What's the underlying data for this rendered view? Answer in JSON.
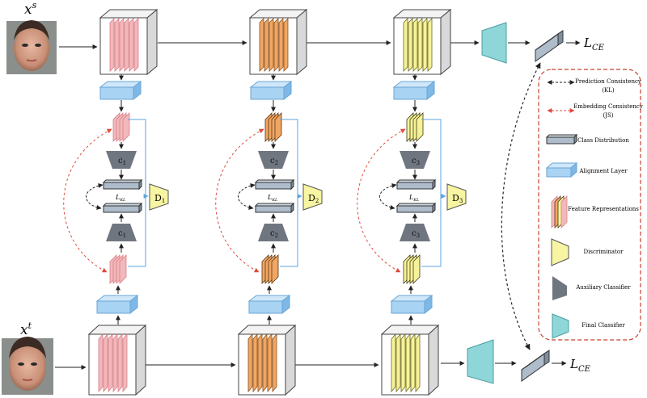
{
  "labels": {
    "xs_base": "x",
    "xs_sup": "s",
    "xt_base": "x",
    "xt_sup": "t",
    "loss_top": "L",
    "loss_top_sub": "CE",
    "loss_bottom": "L",
    "loss_bottom_sub": "CE",
    "branches": [
      {
        "classifier_base": "c",
        "classifier_sub": "1",
        "disc_base": "D",
        "disc_sub": "1",
        "kl_base": "L",
        "kl_sub": "KL"
      },
      {
        "classifier_base": "c",
        "classifier_sub": "2",
        "disc_base": "D",
        "disc_sub": "2",
        "kl_base": "L",
        "kl_sub": "KL"
      },
      {
        "classifier_base": "c",
        "classifier_sub": "3",
        "disc_base": "D",
        "disc_sub": "3",
        "kl_base": "L",
        "kl_sub": "KL"
      }
    ]
  },
  "legend": {
    "prediction_consistency": "Prediction Consistency",
    "prediction_consistency_abbr": "(KL)",
    "embedding_consistency": "Embedding Consistency",
    "embedding_consistency_abbr": "(JS)",
    "class_distribution": "Class Distribution",
    "alignment_layer": "Alignment Layer",
    "feature_representations": "Feature Representations",
    "discriminator": "Discriminator",
    "auxiliary_classifier": "Auxiliary Classifier",
    "final_classifier": "Final Classifier"
  },
  "colors": {
    "stage1_fill": "#f2b8bc",
    "stage1_stroke": "#d77f86",
    "stage2_fill": "#f0a764",
    "stage2_stroke": "#b86a27",
    "stage3_fill": "#f6f29a",
    "stage3_stroke": "#8d8a2a",
    "alignment": "#a9d3f2",
    "classifier": "#6f7680",
    "final_classifier": "#8fd6d8",
    "class_distribution": "#aebccb",
    "discriminator": "#f7f5a2",
    "embedding_arrow": "#e04a3a",
    "prediction_arrow": "#222222",
    "alignment_path": "#5ea3e0",
    "legend_border": "#c9412e"
  },
  "icons": {
    "source_face": "face-photo-icon",
    "target_face": "face-photo-icon"
  }
}
